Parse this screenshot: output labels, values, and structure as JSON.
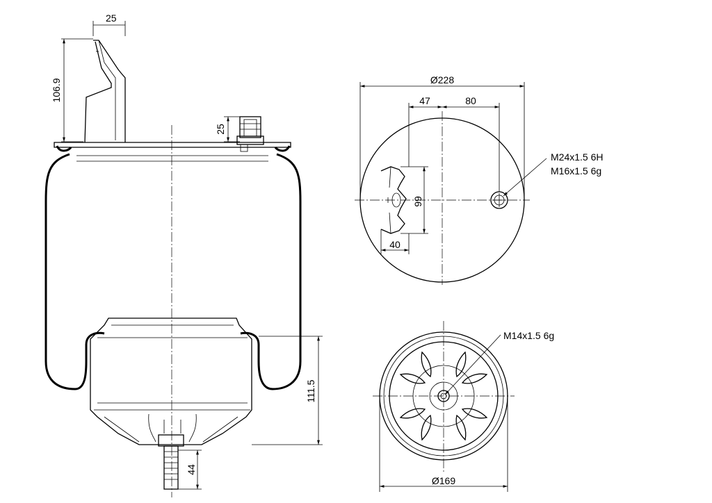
{
  "side_view": {
    "bracket_width": "25",
    "bracket_height": "106.9",
    "fitting_height": "25",
    "piston_height": "111.5",
    "stud_length": "44"
  },
  "top_view": {
    "diameter": "Ø228",
    "offset_left": "47",
    "offset_right": "80",
    "bracket_span": "99",
    "bracket_depth": "40",
    "thread_primary": "M24x1.5 6H",
    "thread_secondary": "M16x1.5 6g"
  },
  "bottom_view": {
    "thread": "M14x1.5 6g",
    "diameter": "Ø169"
  }
}
